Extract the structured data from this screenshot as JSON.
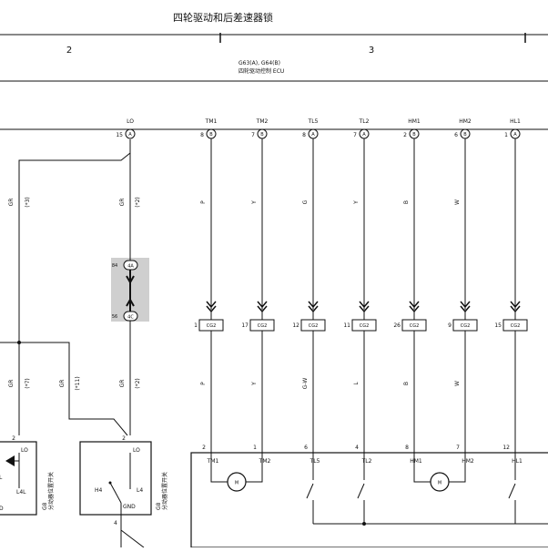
{
  "title": "四轮驱动和后差速器锁",
  "columns": [
    "2",
    "3"
  ],
  "ecu": {
    "line1": "G63(A), G64(B)",
    "line2": "四轮驱动控制 ECU"
  },
  "pins": [
    {
      "name": "LO",
      "num": "15",
      "conn": "A"
    },
    {
      "name": "TM1",
      "num": "8",
      "conn": "B"
    },
    {
      "name": "TM2",
      "num": "7",
      "conn": "B"
    },
    {
      "name": "TL5",
      "num": "8",
      "conn": "A"
    },
    {
      "name": "TL2",
      "num": "7",
      "conn": "A"
    },
    {
      "name": "HM1",
      "num": "2",
      "conn": "B"
    },
    {
      "name": "HM2",
      "num": "6",
      "conn": "B"
    },
    {
      "name": "HL1",
      "num": "1",
      "conn": "A"
    }
  ],
  "upper_wire_colors": [
    "P",
    "Y",
    "G",
    "Y",
    "B",
    "W"
  ],
  "lower_wire_colors": [
    "P",
    "Y",
    "G-W",
    "L",
    "B",
    "W"
  ],
  "cg2": {
    "label": "CG2",
    "pins": [
      "1",
      "17",
      "12",
      "11",
      "26",
      "9",
      "15"
    ]
  },
  "bottom_pins": [
    "2",
    "1",
    "6",
    "4",
    "8",
    "7",
    "12"
  ],
  "actuator_labels": [
    "TM1",
    "TM2",
    "TL5",
    "TL2",
    "HM1",
    "HM2",
    "HL1"
  ],
  "motor_symbol": "M",
  "joint": {
    "top_num": "84",
    "top_id": "4A",
    "bot_num": "56",
    "bot_id": "4C"
  },
  "left_wires": [
    {
      "color": "GR",
      "note": "(*3)"
    },
    {
      "color": "GR",
      "note": "(*2)"
    },
    {
      "color": "GR",
      "note": "(*7)"
    },
    {
      "color": "GR",
      "note": "(*11)"
    },
    {
      "color": "GR",
      "note": "(*2)"
    }
  ],
  "switch_left": {
    "pin": "2",
    "label_top": "LO",
    "label_l": "L",
    "label_l4l": "L4L",
    "label_d": "D",
    "ref": "G8",
    "name": "分动器位置开关"
  },
  "switch_right": {
    "pin": "2",
    "label_top": "LO",
    "label_h4": "H4",
    "label_l4": "L4",
    "label_gnd": "GND",
    "pin_bottom": "4",
    "ref": "G8",
    "name": "分动器位置开关"
  }
}
